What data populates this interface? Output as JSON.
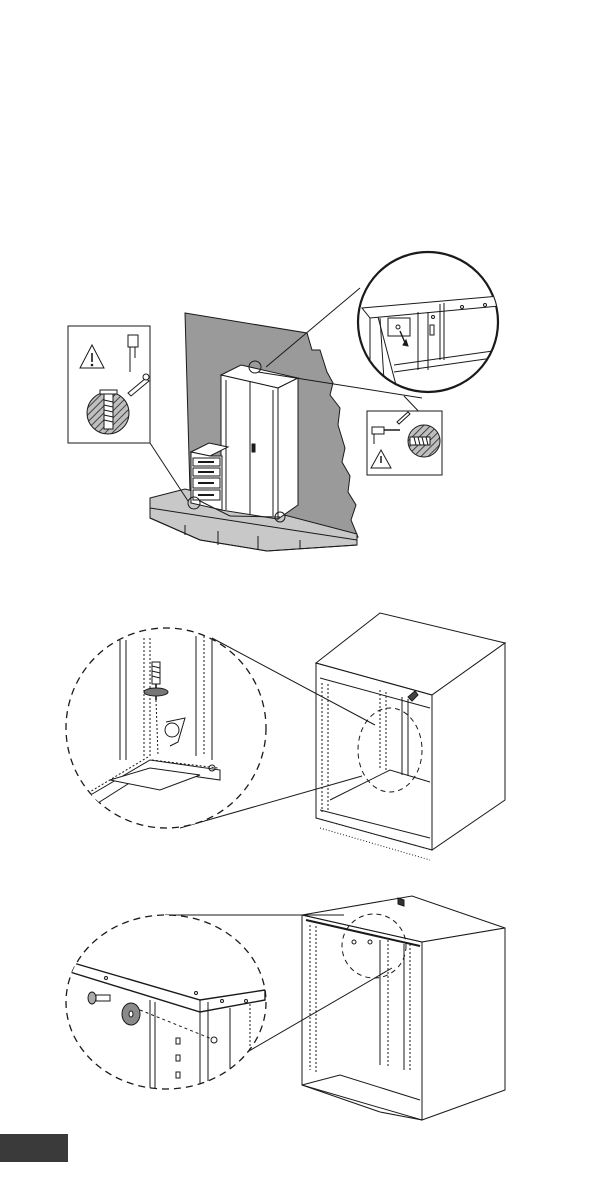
{
  "page": {
    "background": "#ffffff",
    "line_color": "#1a1a1a",
    "wall_color": "#9a9a9a",
    "floor_color": "#c8c8c8",
    "tab_color": "#3a3a3a"
  },
  "figures": [
    {
      "id": "wall-anchoring",
      "icons": [
        "warning-icon",
        "drill-icon",
        "wrench-icon",
        "anchor-screw-icon"
      ]
    },
    {
      "id": "bottom-leveling-foot",
      "icons": [
        "leveling-foot-icon"
      ]
    },
    {
      "id": "top-screw-washer",
      "icons": [
        "screw-icon",
        "washer-icon"
      ]
    }
  ]
}
